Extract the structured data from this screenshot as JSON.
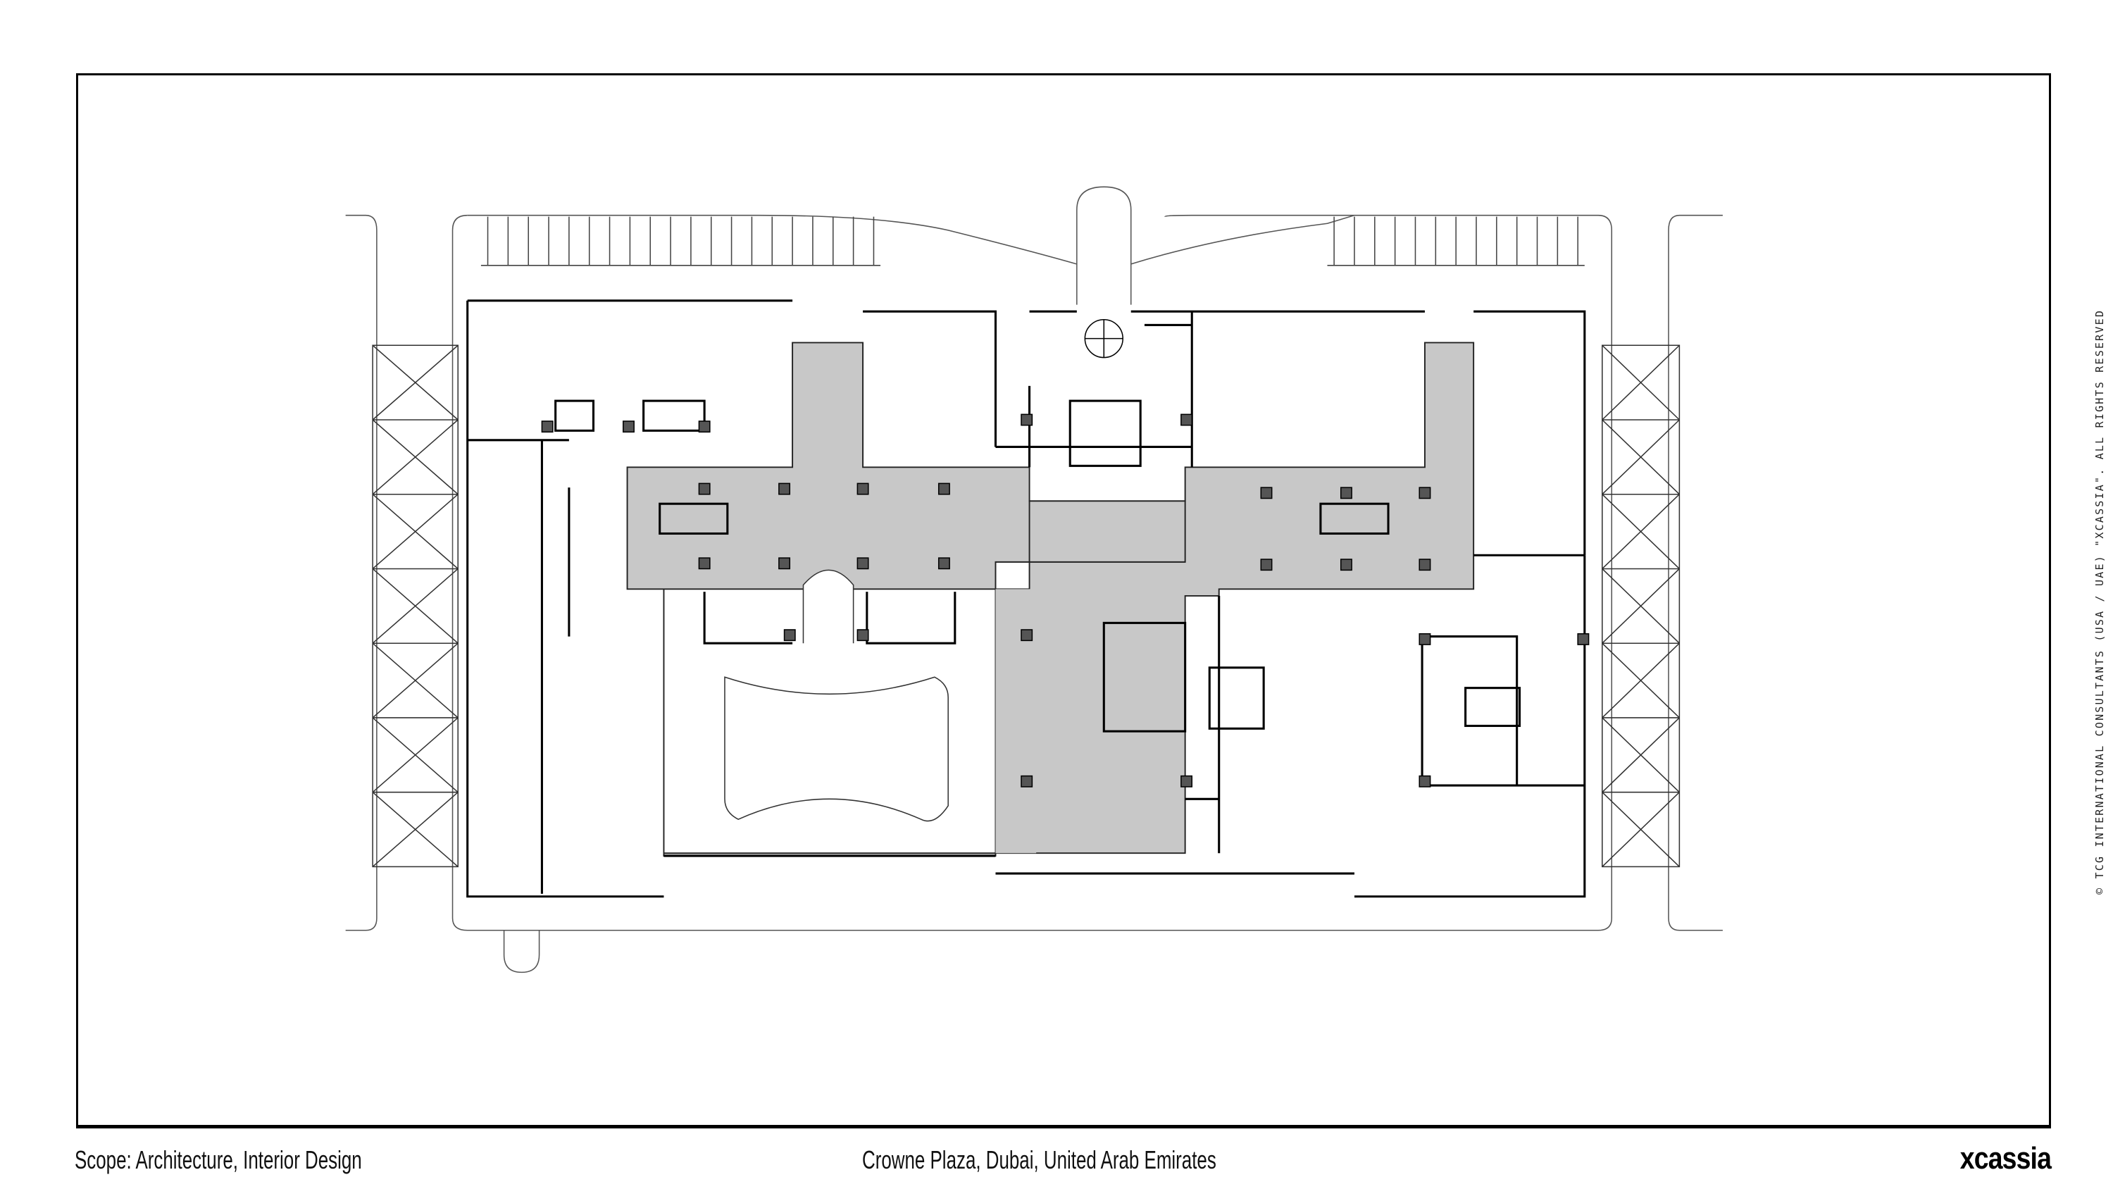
{
  "footer": {
    "scope": "Scope: Architecture, Interior Design",
    "project": "Crowne Plaza, Dubai, United Arab Emirates",
    "logo": "xcassia"
  },
  "copyright": "© TCG INTERNATIONAL CONSULTANTS (USA / UAE) \"XCASSIA\". ALL RIGHTS RESERVED",
  "colors": {
    "circulation": "#c8c8c8",
    "line": "#000000"
  }
}
